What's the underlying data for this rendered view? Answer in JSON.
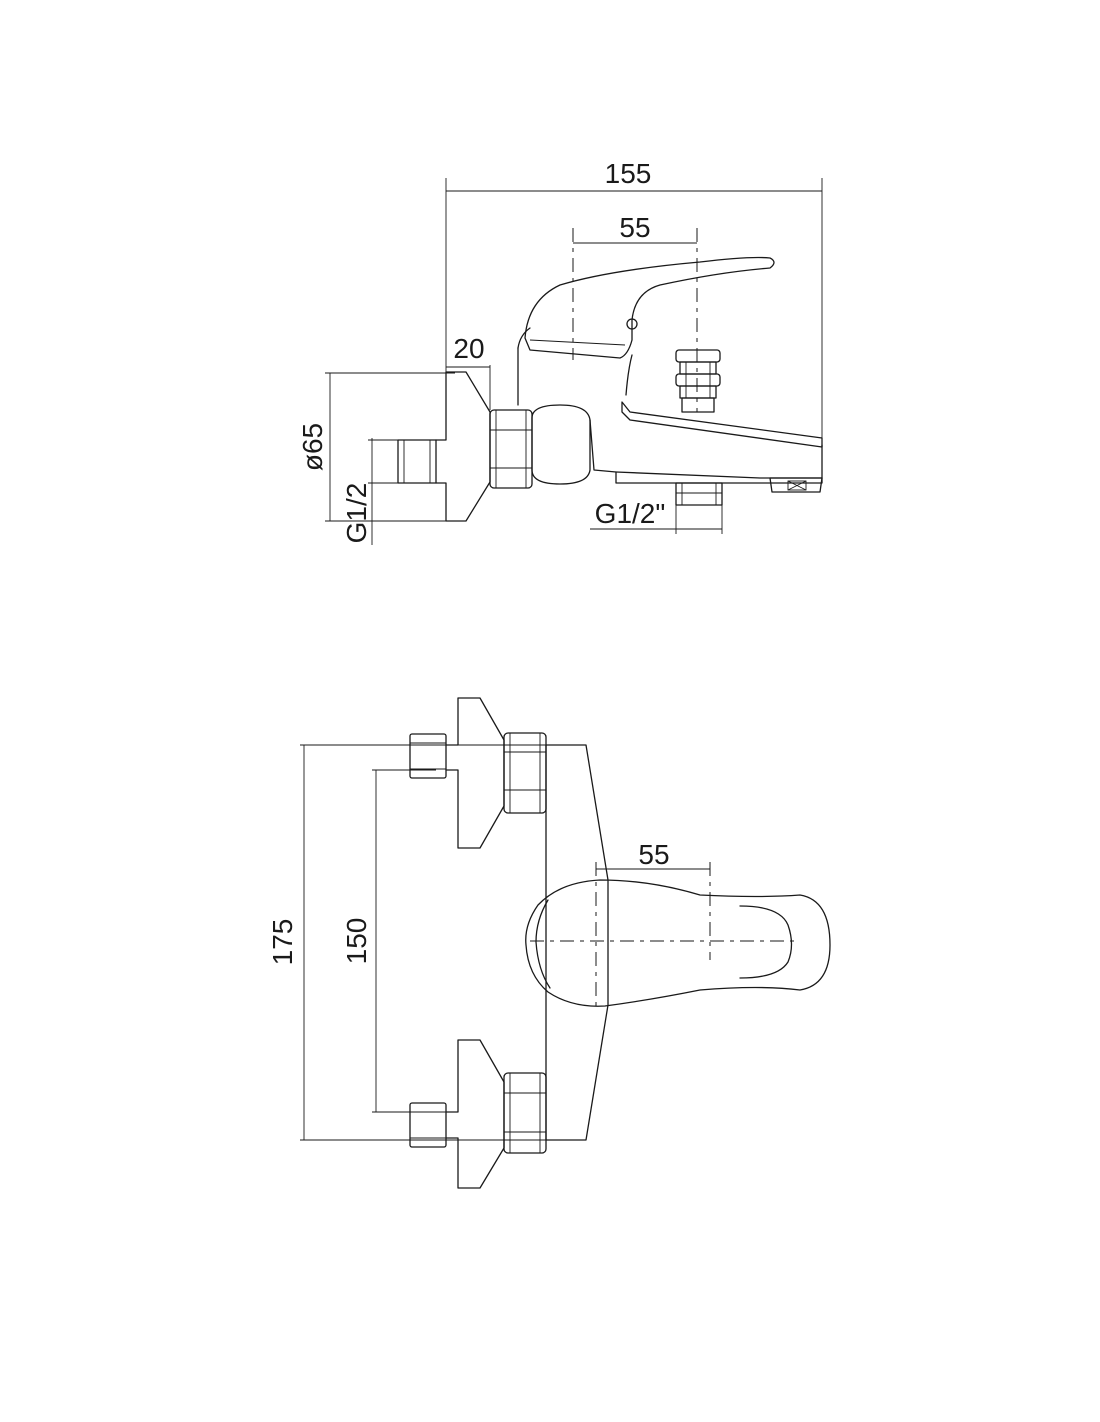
{
  "side_view": {
    "dim_overall_width": "155",
    "dim_lever_offset": "55",
    "dim_wall_plate": "20",
    "dim_flange_diameter": "ø65",
    "dim_inlet_thread": "G1/2",
    "dim_outlet_thread": "G1/2\""
  },
  "front_view": {
    "dim_overall_height": "175",
    "dim_inlet_spacing": "150",
    "dim_lever_offset": "55"
  }
}
